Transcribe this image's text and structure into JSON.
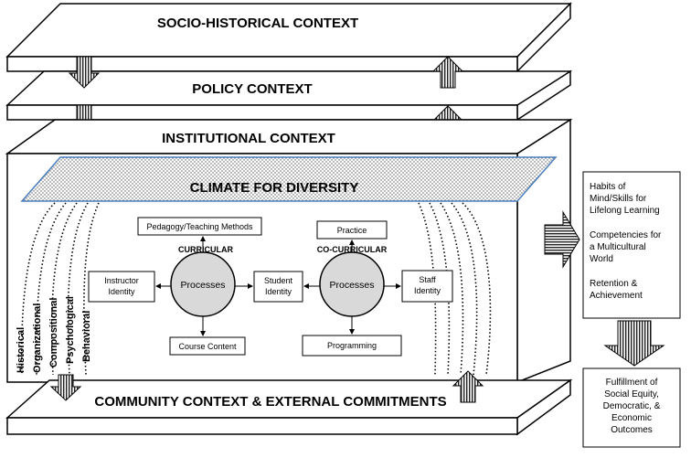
{
  "contexts": {
    "socio_historical": "SOCIO-HISTORICAL CONTEXT",
    "policy": "POLICY CONTEXT",
    "institutional": "INSTITUTIONAL CONTEXT",
    "climate": "CLIMATE FOR DIVERSITY",
    "community": "COMMUNITY CONTEXT & EXTERNAL COMMITMENTS"
  },
  "curricular": {
    "label": "CURRICULAR",
    "top": "Pedagogy/Teaching Methods",
    "left_line1": "Instructor",
    "left_line2": "Identity",
    "center": "Processes",
    "bottom": "Course Content"
  },
  "co_curricular": {
    "label": "CO-CURRICULAR",
    "top": "Practice",
    "right_line1": "Staff",
    "right_line2": "Identity",
    "center": "Processes",
    "bottom": "Programming"
  },
  "student": {
    "line1": "Student",
    "line2": "Identity"
  },
  "dimensions": [
    "Historical",
    "Organizational",
    "Compositional",
    "Psychological",
    "Behavioral"
  ],
  "outcomes": {
    "line1": "Habits of",
    "line2": "Mind/Skills for",
    "line3": "Lifelong Learning",
    "line4": "Competencies for",
    "line5": "a Multicultural",
    "line6": "World",
    "line7": "Retention &",
    "line8": "Achievement"
  },
  "fulfillment": {
    "line1": "Fulfillment of",
    "line2": "Social Equity,",
    "line3": "Democratic, &",
    "line4": "Economic",
    "line5": "Outcomes"
  }
}
